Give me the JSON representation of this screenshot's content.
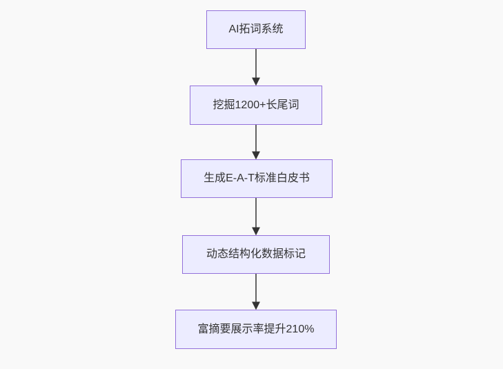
{
  "page": {
    "background_color": "#f9f9f9"
  },
  "diagram": {
    "type": "flowchart",
    "direction": "top-down",
    "colors": {
      "node_fill": "#ECECFF",
      "node_border": "#9370DB",
      "edge": "#333333",
      "text": "#333333"
    },
    "nodes": [
      {
        "label": "AI拓词系统"
      },
      {
        "label": "挖掘1200+长尾词"
      },
      {
        "label": "生成E-A-T标准白皮书"
      },
      {
        "label": "动态结构化数据标记"
      },
      {
        "label": "富摘要展示率提升210%"
      }
    ],
    "edges": [
      {
        "from": 0,
        "to": 1
      },
      {
        "from": 1,
        "to": 2
      },
      {
        "from": 2,
        "to": 3
      },
      {
        "from": 3,
        "to": 4
      }
    ]
  }
}
